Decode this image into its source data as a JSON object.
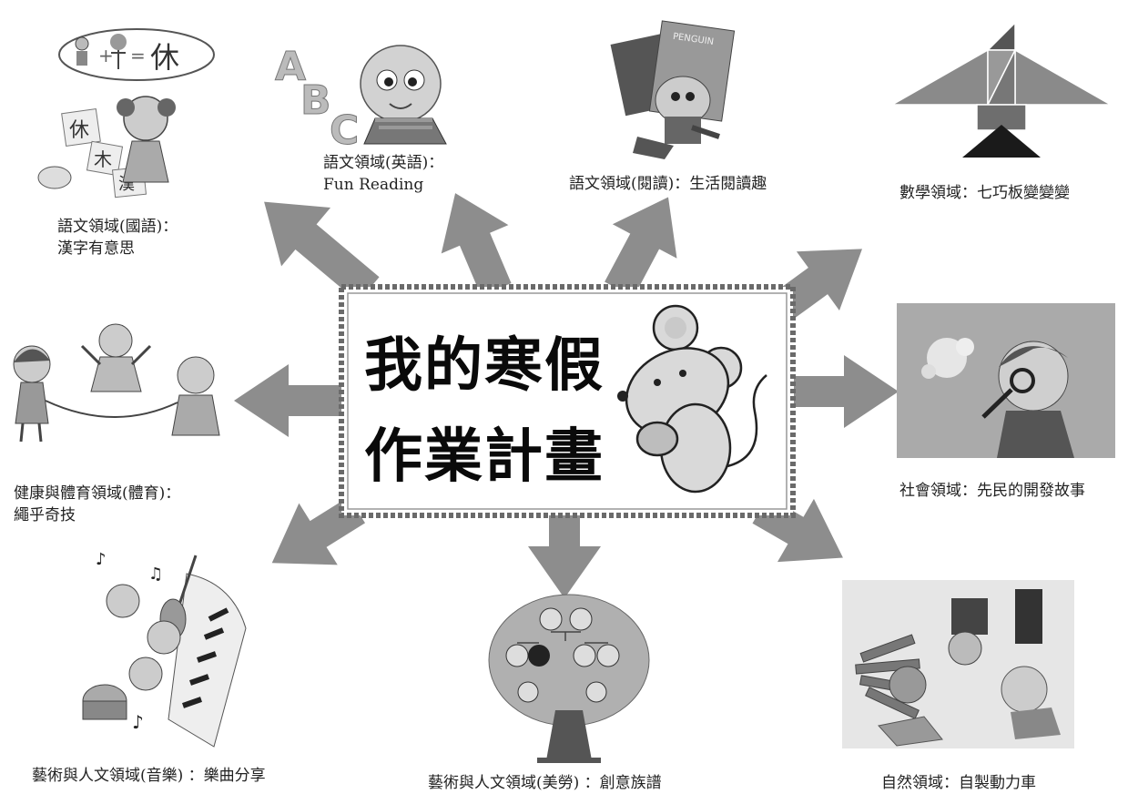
{
  "center": {
    "title_line1": "我的寒假",
    "title_line2": "作業計畫"
  },
  "items": [
    {
      "line1": "語文領域(國語)：",
      "line2": "漢字有意思",
      "icon": "chinese-characters-girl"
    },
    {
      "line1": "語文領域(英語)：",
      "line2": "Fun Reading",
      "icon": "abc-baby"
    },
    {
      "line1": "語文領域(閱讀)：生活閱讀趣",
      "icon": "reading-rabbit"
    },
    {
      "line1": "數學領域：七巧板變變變",
      "icon": "tangram-bird"
    },
    {
      "line1": "健康與體育領域(體育)：",
      "line2": "繩乎奇技",
      "icon": "jump-rope-kids"
    },
    {
      "line1": "社會領域：先民的開發故事",
      "icon": "explorer-boy"
    },
    {
      "line1": "藝術與人文領域(音樂) ：樂曲分享",
      "icon": "music-kids"
    },
    {
      "line1": "藝術與人文領域(美勞) ：創意族譜",
      "icon": "family-tree"
    },
    {
      "line1": "自然領域：自製動力車",
      "icon": "power-car-crafts"
    }
  ],
  "glyphs": {
    "plus": "+",
    "equals": "=",
    "char_xiu": "休",
    "char_mu": "木",
    "char_ren": "人",
    "char_han": "漢",
    "abc": [
      "A",
      "B",
      "C"
    ],
    "penguin": "PENGUIN"
  },
  "colors": {
    "arrow": "#8a8a8a",
    "frame": "#666666",
    "text": "#222222"
  }
}
